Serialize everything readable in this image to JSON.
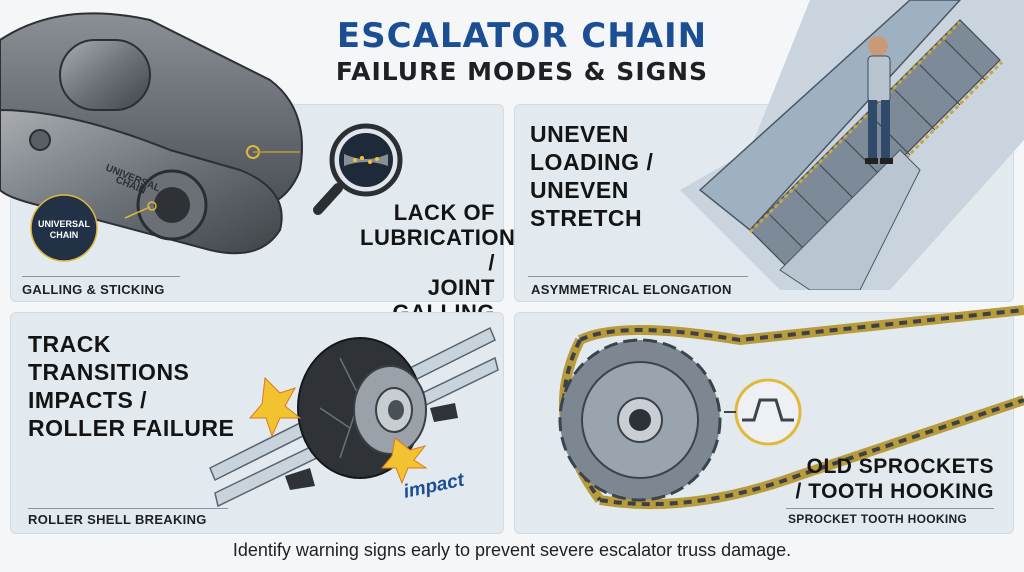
{
  "title": {
    "line1": "ESCALATOR CHAIN",
    "line2": "FAILURE MODES & SIGNS"
  },
  "panels": [
    {
      "heading": [
        "LACK OF",
        "LUBRICATION /",
        "JOINT GALLING"
      ],
      "caption": "GALLING & STICKING",
      "chain_stamp_line1": "UNIVERSAL",
      "chain_stamp_line2": "CHAIN",
      "logo_line1": "UNIVERSAL",
      "logo_line2": "CHAIN"
    },
    {
      "heading": [
        "UNEVEN",
        "LOADING /",
        "UNEVEN",
        "STRETCH"
      ],
      "caption": "ASYMMETRICAL ELONGATION"
    },
    {
      "heading": [
        "TRACK",
        "TRANSITIONS",
        "IMPACTS /",
        "ROLLER FAILURE"
      ],
      "caption": "ROLLER SHELL BREAKING",
      "impact_label": "impact"
    },
    {
      "heading": [
        "OLD SPROCKETS",
        "/ TOOTH HOOKING"
      ],
      "caption": "SPROCKET TOOTH HOOKING"
    }
  ],
  "footer": "Identify warning signs early to prevent severe escalator truss damage.",
  "colors": {
    "title_blue": "#1c4e94",
    "panel_bg": "#e3eaef",
    "chain_steel": "#7c8188",
    "spark_yellow": "#f2c230",
    "impact_blue": "#1c4e94"
  }
}
